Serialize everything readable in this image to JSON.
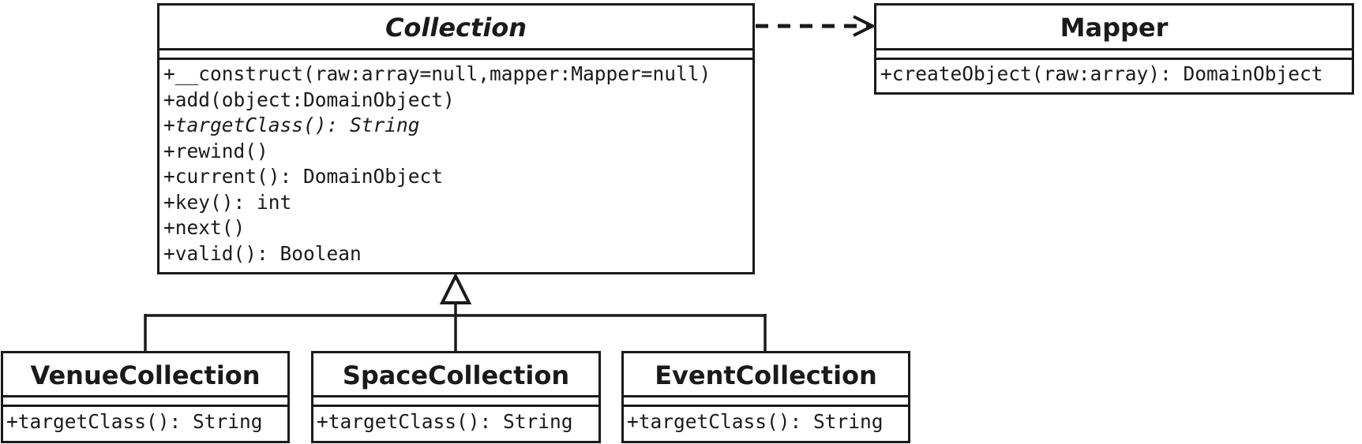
{
  "diagram": {
    "classes": [
      {
        "id": "collection",
        "name": "Collection",
        "abstract": true,
        "operations": [
          {
            "text": "+__construct(raw:array=null,mapper:Mapper=null)",
            "abstract": false
          },
          {
            "text": "+add(object:DomainObject)",
            "abstract": false
          },
          {
            "text": "+targetClass(): String",
            "abstract": true
          },
          {
            "text": "+rewind()",
            "abstract": false
          },
          {
            "text": "+current(): DomainObject",
            "abstract": false
          },
          {
            "text": "+key(): int",
            "abstract": false
          },
          {
            "text": "+next()",
            "abstract": false
          },
          {
            "text": "+valid(): Boolean",
            "abstract": false
          }
        ]
      },
      {
        "id": "mapper",
        "name": "Mapper",
        "abstract": false,
        "operations": [
          {
            "text": "+createObject(raw:array): DomainObject",
            "abstract": false
          }
        ]
      },
      {
        "id": "venue",
        "name": "VenueCollection",
        "abstract": false,
        "operations": [
          {
            "text": "+targetClass(): String",
            "abstract": false
          }
        ]
      },
      {
        "id": "space",
        "name": "SpaceCollection",
        "abstract": false,
        "operations": [
          {
            "text": "+targetClass(): String",
            "abstract": false
          }
        ]
      },
      {
        "id": "event",
        "name": "EventCollection",
        "abstract": false,
        "operations": [
          {
            "text": "+targetClass(): String",
            "abstract": false
          }
        ]
      }
    ],
    "relationships": [
      {
        "type": "dependency",
        "from": "collection",
        "to": "mapper"
      },
      {
        "type": "generalization",
        "from": "venue",
        "to": "collection"
      },
      {
        "type": "generalization",
        "from": "space",
        "to": "collection"
      },
      {
        "type": "generalization",
        "from": "event",
        "to": "collection"
      }
    ]
  }
}
